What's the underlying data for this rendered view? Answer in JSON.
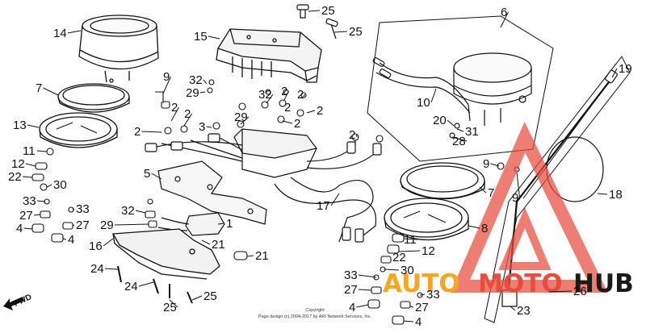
{
  "diagram": {
    "callouts": [
      {
        "id": "c14",
        "label": "14"
      },
      {
        "id": "c15",
        "label": "15"
      },
      {
        "id": "c25a",
        "label": "25"
      },
      {
        "id": "c25b",
        "label": "25"
      },
      {
        "id": "c6",
        "label": "6"
      },
      {
        "id": "c19",
        "label": "19"
      },
      {
        "id": "c7a",
        "label": "7"
      },
      {
        "id": "c9a",
        "label": "9"
      },
      {
        "id": "c32a",
        "label": "32"
      },
      {
        "id": "c29a",
        "label": "29"
      },
      {
        "id": "c13",
        "label": "13"
      },
      {
        "id": "c2a",
        "label": "2"
      },
      {
        "id": "c2b",
        "label": "2"
      },
      {
        "id": "c2c",
        "label": "2"
      },
      {
        "id": "c3",
        "label": "3"
      },
      {
        "id": "c29b",
        "label": "29"
      },
      {
        "id": "c32b",
        "label": "32"
      },
      {
        "id": "c2d",
        "label": "2"
      },
      {
        "id": "c2e",
        "label": "2"
      },
      {
        "id": "c2f",
        "label": "2"
      },
      {
        "id": "c2g",
        "label": "2"
      },
      {
        "id": "c2h",
        "label": "2"
      },
      {
        "id": "c2i",
        "label": "2"
      },
      {
        "id": "c10",
        "label": "10"
      },
      {
        "id": "c20",
        "label": "20"
      },
      {
        "id": "c31",
        "label": "31"
      },
      {
        "id": "c28",
        "label": "28"
      },
      {
        "id": "c11a",
        "label": "11"
      },
      {
        "id": "c12a",
        "label": "12"
      },
      {
        "id": "c22a",
        "label": "22"
      },
      {
        "id": "c30a",
        "label": "30"
      },
      {
        "id": "c5",
        "label": "5"
      },
      {
        "id": "c9b",
        "label": "9"
      },
      {
        "id": "c9c",
        "label": "9"
      },
      {
        "id": "c7b",
        "label": "7"
      },
      {
        "id": "c18",
        "label": "18"
      },
      {
        "id": "c33a",
        "label": "33"
      },
      {
        "id": "c33b",
        "label": "33"
      },
      {
        "id": "c27a",
        "label": "27"
      },
      {
        "id": "c27b",
        "label": "27"
      },
      {
        "id": "c4a",
        "label": "4"
      },
      {
        "id": "c4b",
        "label": "4"
      },
      {
        "id": "c32c",
        "label": "32"
      },
      {
        "id": "c29c",
        "label": "29"
      },
      {
        "id": "c1",
        "label": "1"
      },
      {
        "id": "c21a",
        "label": "21"
      },
      {
        "id": "c16",
        "label": "16"
      },
      {
        "id": "c21b",
        "label": "21"
      },
      {
        "id": "c17",
        "label": "17"
      },
      {
        "id": "c8",
        "label": "8"
      },
      {
        "id": "c11b",
        "label": "11"
      },
      {
        "id": "c12b",
        "label": "12"
      },
      {
        "id": "c22b",
        "label": "22"
      },
      {
        "id": "c30b",
        "label": "30"
      },
      {
        "id": "c24a",
        "label": "24"
      },
      {
        "id": "c24b",
        "label": "24"
      },
      {
        "id": "c25c",
        "label": "25"
      },
      {
        "id": "c25d",
        "label": "25"
      },
      {
        "id": "c33c",
        "label": "33"
      },
      {
        "id": "c33d",
        "label": "33"
      },
      {
        "id": "c27c",
        "label": "27"
      },
      {
        "id": "c27d",
        "label": "27"
      },
      {
        "id": "c4c",
        "label": "4"
      },
      {
        "id": "c4d",
        "label": "4"
      },
      {
        "id": "c26",
        "label": "26"
      },
      {
        "id": "c23",
        "label": "23"
      }
    ],
    "direction_arrow_label": "FWD",
    "copyright_line1": "Copyright",
    "copyright_line2": "Page design (c) 2004-2017 by ARI Network Services, Inc.",
    "watermark": {
      "text_a": "AUTO",
      "text_b": "MOTO",
      "text_c": "HUB",
      "color_primary": "#e84c3d",
      "color_accent": "#f6a623",
      "color_dark": "#1a1a1a"
    },
    "line_color": "#111111"
  }
}
